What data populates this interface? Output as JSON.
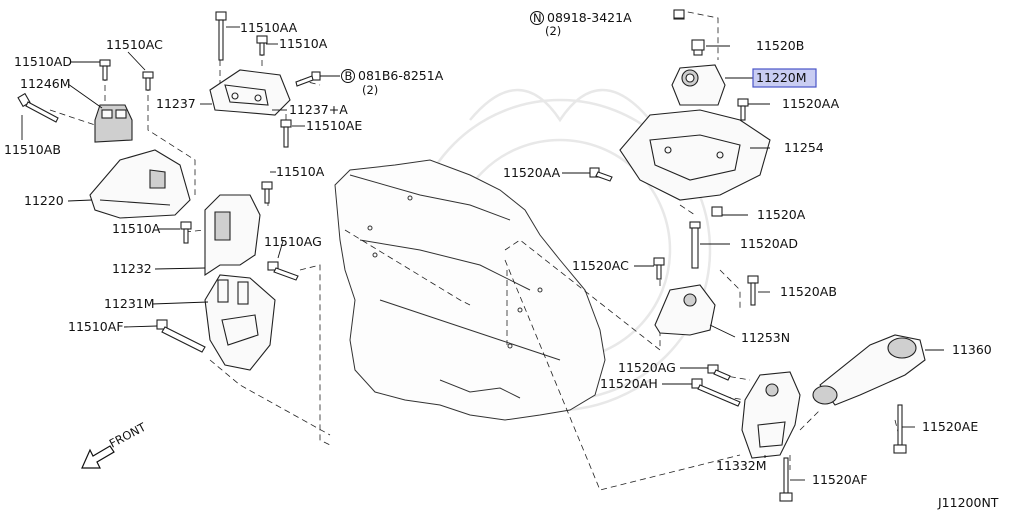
{
  "diagram_code": "J11200NT",
  "direction_label": "FRONT",
  "callouts": {
    "p11510AD": "11510AD",
    "p11510AC": "11510AC",
    "p11246M": "11246M",
    "p11510AB": "11510AB",
    "p11220": "11220",
    "p11510AA_top": "11510AA",
    "p11510A_top": "11510A",
    "p11237": "11237",
    "p11237A": "11237+A",
    "p11510AE": "11510AE",
    "p081B6": "081B6-8251A",
    "p081B6_qty": "(2)",
    "p11510A_mid": "11510A",
    "p11510A_left": "11510A",
    "p11510AG": "11510AG",
    "p11232": "11232",
    "p11231M": "11231M",
    "p11510AF": "11510AF",
    "p08918": "08918-3421A",
    "p08918_qty": "(2)",
    "p11520B": "11520B",
    "p11220M": "11220M",
    "p11520AA_right": "11520AA",
    "p11254": "11254",
    "p11520AA_left": "11520AA",
    "p11520A": "11520A",
    "p11520AD": "11520AD",
    "p11520AC": "11520AC",
    "p11520AB": "11520AB",
    "p11253N": "11253N",
    "p11360": "11360",
    "p11520AG": "11520AG",
    "p11520AH": "11520AH",
    "p11520AE": "11520AE",
    "p11332M": "11332M",
    "p11520AF": "11520AF"
  },
  "circled_prefixes": {
    "bolt_prefix": "B",
    "nut_prefix": "N"
  },
  "highlight": {
    "part": "11220M",
    "color": "#c9cdf2",
    "border": "#4a55c8"
  }
}
